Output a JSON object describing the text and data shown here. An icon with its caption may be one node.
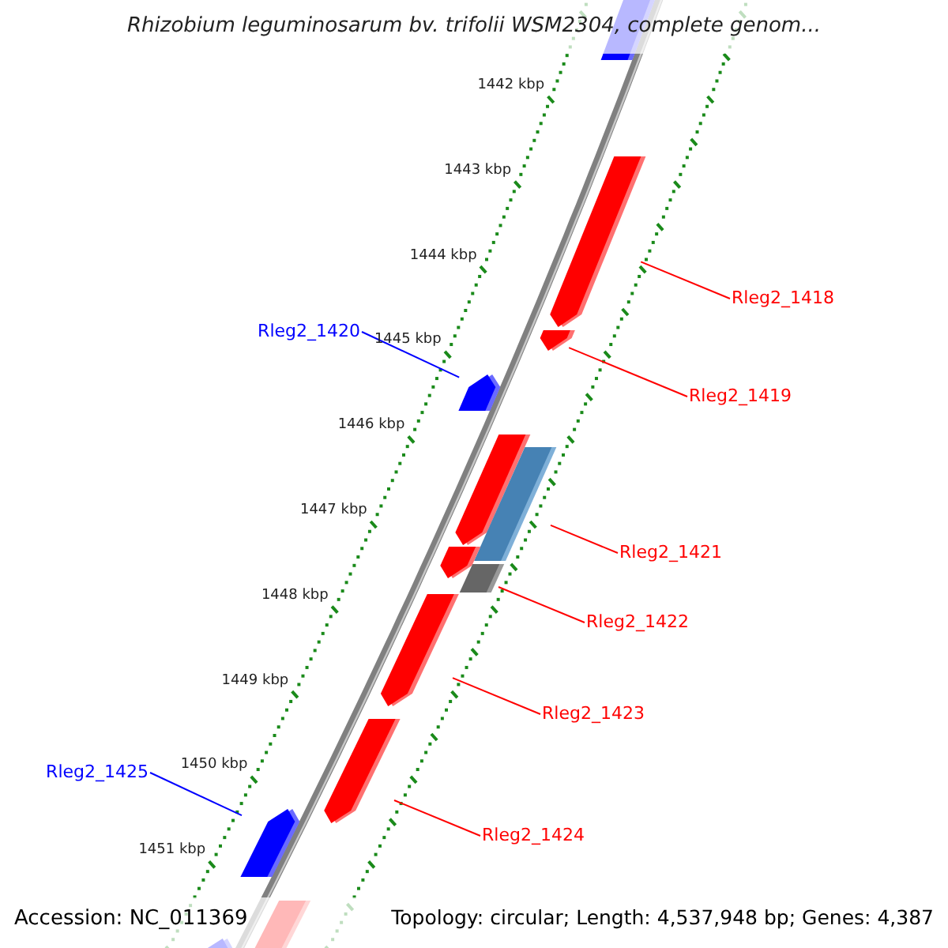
{
  "diagram": {
    "title": "Rhizobium leguminosarum bv. trifolii WSM2304, complete genom...",
    "nodes": [
      {
        "text": [
          "Rleg2_1418"
        ]
      },
      {
        "text": [
          "Rleg2_1419"
        ]
      },
      {
        "text": [
          "Rleg2_1420"
        ]
      },
      {
        "text": [
          "Rleg2_1421"
        ]
      },
      {
        "text": [
          "Rleg2_1422"
        ]
      },
      {
        "text": [
          "Rleg2_1423"
        ]
      },
      {
        "text": [
          "Rleg2_1424"
        ]
      },
      {
        "text": [
          "Rleg2_1425"
        ]
      },
      {
        "text": [],
        "shape": "arrow"
      },
      {
        "text": [],
        "shape": "arrow"
      },
      {
        "text": [],
        "shape": "arrow"
      },
      {
        "text": [],
        "shape": "arrow"
      },
      {
        "text": [],
        "shape": "arrow"
      },
      {
        "text": [],
        "shape": "bar"
      },
      {
        "text": [],
        "shape": "arrow"
      },
      {
        "text": [],
        "shape": "bar"
      },
      {
        "text": [],
        "shape": "arrow"
      },
      {
        "text": [],
        "shape": "arrow"
      },
      {
        "text": [],
        "shape": "arrow"
      },
      {
        "text": [],
        "shape": "arrow"
      },
      {
        "text": [],
        "shape": "arrow"
      }
    ],
    "edges": [
      {
        "from": 0,
        "to": 9,
        "arrow": "none"
      },
      {
        "from": 1,
        "to": 10,
        "arrow": "none"
      },
      {
        "from": 2,
        "to": 11,
        "arrow": "none",
        "color": "#0000ff"
      },
      {
        "from": 3,
        "to": 13,
        "arrow": "none"
      },
      {
        "from": 4,
        "to": 15,
        "arrow": "none"
      },
      {
        "from": 5,
        "to": 16,
        "arrow": "none"
      },
      {
        "from": 6,
        "to": 17,
        "arrow": "none"
      },
      {
        "from": 7,
        "to": 18,
        "arrow": "none",
        "color": "#0000ff"
      }
    ],
    "labels": [
      "1442 kbp",
      "1443 kbp",
      "1444 kbp",
      "1445 kbp",
      "1446 kbp",
      "1447 kbp",
      "1448 kbp",
      "1449 kbp",
      "1450 kbp",
      "1451 kbp",
      "Accession: NC_011369",
      "Topology: circular; Length: 4,537,948 bp; Genes: 4,387"
    ]
  }
}
